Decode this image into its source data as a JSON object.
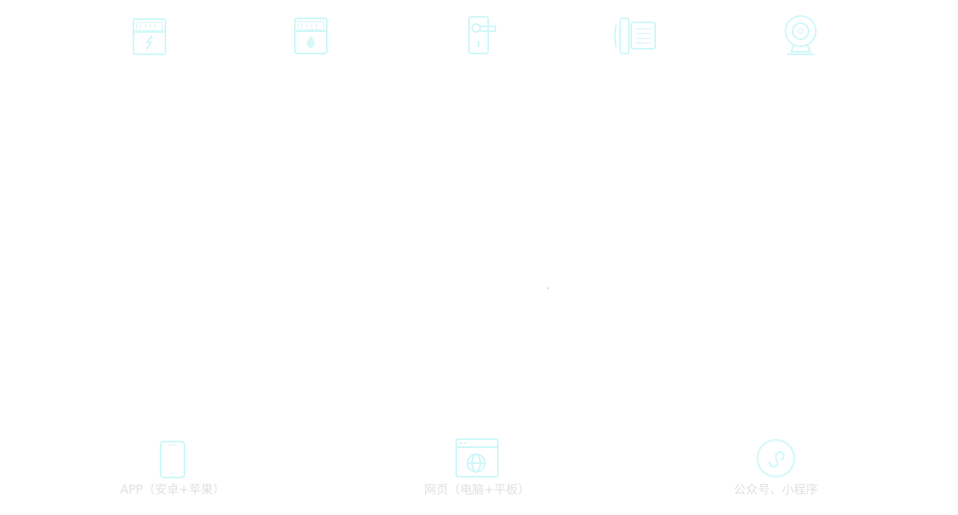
{
  "top_icons": [
    {
      "name": "electricity-meter-icon"
    },
    {
      "name": "water-meter-icon"
    },
    {
      "name": "smart-door-lock-icon"
    },
    {
      "name": "telephone-icon"
    },
    {
      "name": "webcam-icon"
    }
  ],
  "platforms": [
    {
      "icon": "smartphone-icon",
      "label": "APP（安卓+苹果）"
    },
    {
      "icon": "browser-window-icon",
      "label": "网页（电脑+平板）"
    },
    {
      "icon": "mini-program-icon",
      "label": "公众号、小程序"
    }
  ],
  "colors": {
    "icon_stroke": "#ccf7f8",
    "label_text": "#e0e0e0",
    "background": "#ffffff"
  }
}
